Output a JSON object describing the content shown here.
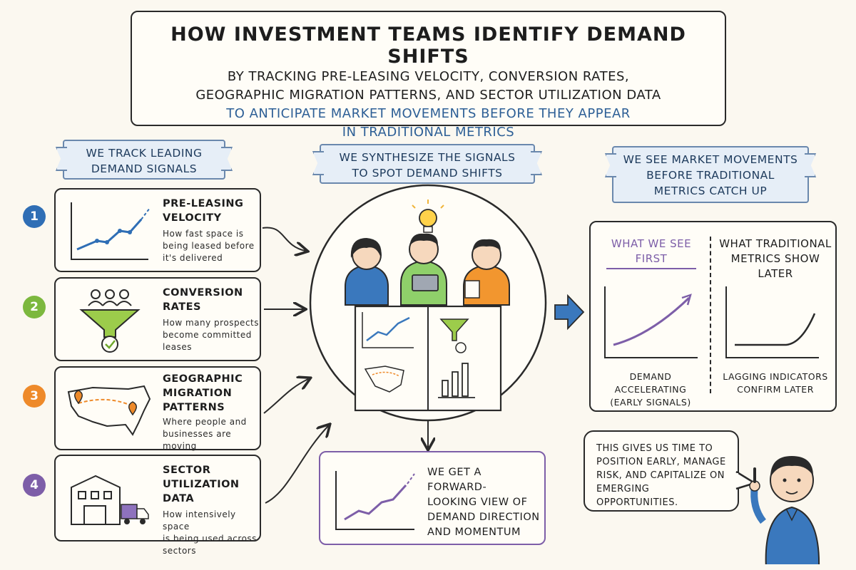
{
  "title": {
    "main": "HOW INVESTMENT TEAMS IDENTIFY DEMAND SHIFTS",
    "line2": "BY TRACKING PRE-LEASING VELOCITY, CONVERSION RATES,",
    "line3": "GEOGRAPHIC MIGRATION PATTERNS, AND SECTOR UTILIZATION DATA",
    "line4": "TO ANTICIPATE MARKET MOVEMENTS BEFORE THEY APPEAR",
    "line5": "IN TRADITIONAL METRICS"
  },
  "left_banner": {
    "line1": "WE TRACK LEADING",
    "line2": "DEMAND SIGNALS"
  },
  "center_banner": {
    "line1": "WE SYNTHESIZE THE SIGNALS",
    "line2": "TO SPOT DEMAND SHIFTS"
  },
  "right_banner": {
    "line1": "WE SEE MARKET MOVEMENTS",
    "line2": "BEFORE TRADITIONAL",
    "line3": "METRICS CATCH UP"
  },
  "signals": [
    {
      "num": "1",
      "title1": "PRE-LEASING",
      "title2": "VELOCITY",
      "desc1": "How fast space is",
      "desc2": "being leased before",
      "desc3": "it's delivered",
      "color": "#2f6eb5"
    },
    {
      "num": "2",
      "title1": "CONVERSION",
      "title2": "RATES",
      "desc1": "How many prospects",
      "desc2": "become committed",
      "desc3": "leases",
      "color": "#7cb83e"
    },
    {
      "num": "3",
      "title1": "GEOGRAPHIC",
      "title2": "MIGRATION",
      "title3": "PATTERNS",
      "desc1": "Where people and",
      "desc2": "businesses are moving",
      "color": "#ee8a2a"
    },
    {
      "num": "4",
      "title1": "SECTOR",
      "title2": "UTILIZATION DATA",
      "desc1": "How intensively space",
      "desc2": "is being used across",
      "desc3": "sectors",
      "color": "#7d5ea8"
    }
  ],
  "outcome": {
    "line1": "WE GET A FORWARD-",
    "line2": "LOOKING VIEW OF",
    "line3": "DEMAND DIRECTION",
    "line4": "AND MOMENTUM"
  },
  "compare": {
    "left_head1": "WHAT WE SEE",
    "left_head2": "FIRST",
    "left_cap1": "DEMAND ACCELERATING",
    "left_cap2": "(EARLY SIGNALS)",
    "right_head1": "WHAT TRADITIONAL",
    "right_head2": "METRICS SHOW LATER",
    "right_cap1": "LAGGING INDICATORS",
    "right_cap2": "CONFIRM LATER"
  },
  "bubble": {
    "line1": "THIS GIVES US TIME TO",
    "line2": "POSITION EARLY, MANAGE",
    "line3": "RISK, AND CAPITALIZE ON",
    "line4": "EMERGING OPPORTUNITIES."
  },
  "colors": {
    "blue": "#2f6eb5",
    "green": "#7cb83e",
    "orange": "#ee8a2a",
    "purple": "#7d5ea8",
    "accent_blue": "#2d5f96"
  }
}
